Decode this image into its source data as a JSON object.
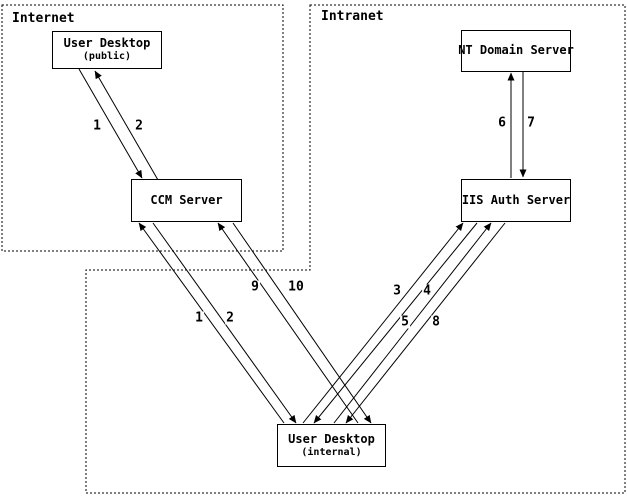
{
  "diagram": {
    "type": "network-flow-diagram",
    "colors": {
      "background": "#ffffff",
      "foreground": "#000000"
    }
  },
  "regions": {
    "internet": {
      "label": "Internet"
    },
    "intranet": {
      "label": "Intranet"
    }
  },
  "nodes": {
    "user_desktop_public": {
      "title": "User Desktop",
      "subtitle": "(public)"
    },
    "ccm_server": {
      "title": "CCM Server"
    },
    "nt_domain_server": {
      "title": "NT Domain Server"
    },
    "iis_auth_server": {
      "title": "IIS Auth Server"
    },
    "user_desktop_internal": {
      "title": "User Desktop",
      "subtitle": "(internal)"
    }
  },
  "connections": [
    {
      "step": "1",
      "from": "User Desktop (public)",
      "to": "CCM Server"
    },
    {
      "step": "2",
      "from": "CCM Server",
      "to": "User Desktop (public)"
    },
    {
      "step": "1",
      "from": "User Desktop (internal)",
      "to": "CCM Server"
    },
    {
      "step": "2",
      "from": "CCM Server",
      "to": "User Desktop (internal)"
    },
    {
      "step": "9",
      "from": "User Desktop (internal)",
      "to": "CCM Server"
    },
    {
      "step": "10",
      "from": "CCM Server",
      "to": "User Desktop (internal)"
    },
    {
      "step": "3",
      "from": "User Desktop (internal)",
      "to": "IIS Auth Server"
    },
    {
      "step": "4",
      "from": "IIS Auth Server",
      "to": "User Desktop (internal)"
    },
    {
      "step": "5",
      "from": "User Desktop (internal)",
      "to": "IIS Auth Server"
    },
    {
      "step": "8",
      "from": "IIS Auth Server",
      "to": "User Desktop (internal)"
    },
    {
      "step": "6",
      "from": "IIS Auth Server",
      "to": "NT Domain Server"
    },
    {
      "step": "7",
      "from": "NT Domain Server",
      "to": "IIS Auth Server"
    }
  ]
}
